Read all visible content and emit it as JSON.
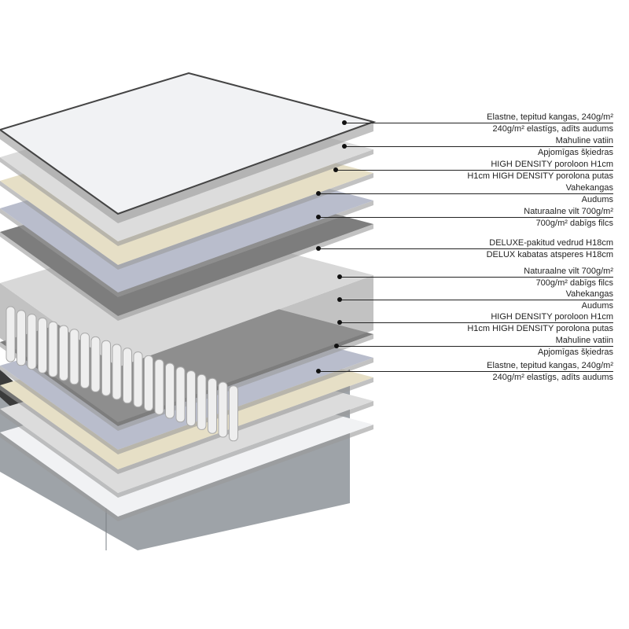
{
  "colors": {
    "cover": "#f1f2f4",
    "fiber": "#dcdcdc",
    "foam": "#e6dfc6",
    "fabric": "#b9bdcc",
    "felt": "#7d7d7d",
    "springs": "#d8d8d8",
    "base": "#9ea3a8",
    "base_dark": "#3b3b3b"
  },
  "callouts": [
    {
      "top": "Elastne, tepitud kangas, 240g/m²",
      "bottom": "240g/m² elastīgs, adīts audums"
    },
    {
      "top": "Mahuline vatiin",
      "bottom": "Apjomīgas šķiedras"
    },
    {
      "top": "HIGH DENSITY poroloon H1cm",
      "bottom": "H1cm HIGH DENSITY porolona putas"
    },
    {
      "top": "Vahekangas",
      "bottom": "Audums"
    },
    {
      "top": "Naturaalne vilt 700g/m²",
      "bottom": "700g/m²  dabīgs filcs"
    },
    {
      "top": "DELUXE-pakitud vedrud H18cm",
      "bottom": "DELUX kabatas atsperes H18cm"
    },
    {
      "top": "Naturaalne vilt 700g/m²",
      "bottom": "700g/m²  dabīgs filcs"
    },
    {
      "top": "Vahekangas",
      "bottom": "Audums"
    },
    {
      "top": "HIGH DENSITY poroloon H1cm",
      "bottom": "H1cm HIGH DENSITY porolona putas"
    },
    {
      "top": "Mahuline vatiin",
      "bottom": "Apjomīgas šķiedras"
    },
    {
      "top": "Elastne, tepitud kangas, 240g/m²",
      "bottom": "240g/m² elastīgs, adīts audums"
    }
  ]
}
